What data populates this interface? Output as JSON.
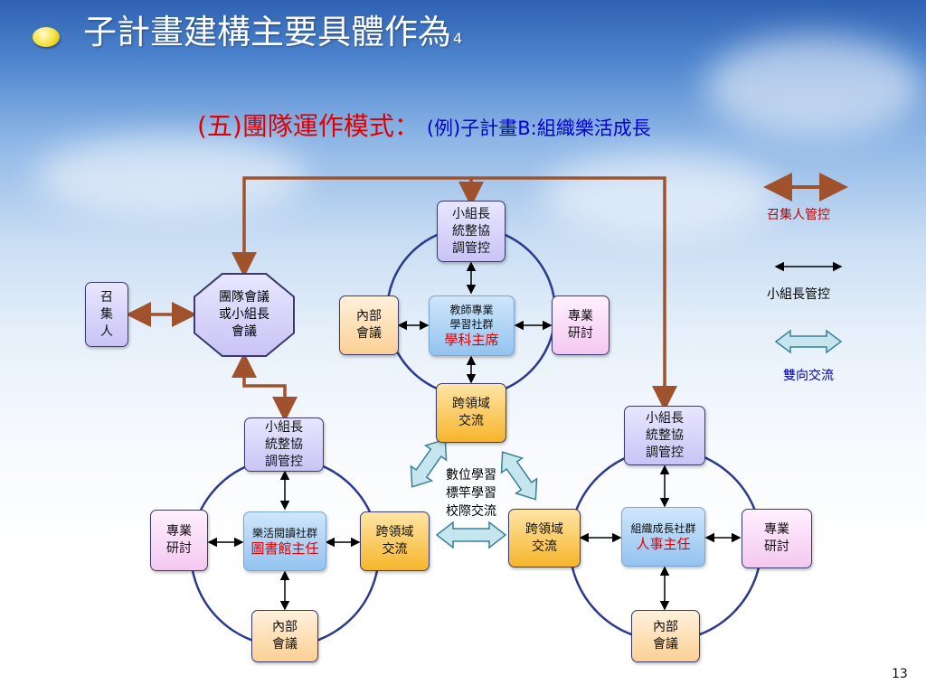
{
  "slide": {
    "title": "子計畫建構主要具體作為",
    "title_suffix": "4",
    "subtitle_main": "(五)團隊運作模式：",
    "subtitle_example": "(例)子計畫B:組織樂活成長",
    "page_number": "13"
  },
  "diagram": {
    "meeting": {
      "line1": "團隊會議",
      "line2": "或小組長",
      "line3": "會議"
    },
    "convener": {
      "chars": [
        "召",
        "集",
        "人"
      ]
    },
    "top_group": {
      "leader": {
        "line1": "小組長",
        "line2": "統整協",
        "line3": "調管控"
      },
      "center": {
        "line1": "教師專業",
        "line2": "學習社群",
        "role": "學科主席"
      },
      "internal": {
        "line1": "內部",
        "line2": "會議"
      },
      "research": {
        "line1": "專業",
        "line2": "研討"
      },
      "cross": {
        "line1": "跨領域",
        "line2": "交流"
      }
    },
    "left_group": {
      "leader": {
        "line1": "小組長",
        "line2": "統整協",
        "line3": "調管控"
      },
      "center": {
        "line1": "樂活閱讀社群",
        "role": "圖書館主任"
      },
      "research": {
        "line1": "專業",
        "line2": "研討"
      },
      "cross": {
        "line1": "跨領域",
        "line2": "交流"
      },
      "internal": {
        "line1": "內部",
        "line2": "會議"
      }
    },
    "right_group": {
      "leader": {
        "line1": "小組長",
        "line2": "統整協",
        "line3": "調管控"
      },
      "center": {
        "line1": "組織成長社群",
        "role": "人事主任"
      },
      "cross": {
        "line1": "跨領域",
        "line2": "交流"
      },
      "research": {
        "line1": "專業",
        "line2": "研討"
      },
      "internal": {
        "line1": "內部",
        "line2": "會議"
      }
    },
    "exchange_label": {
      "line1": "數位學習",
      "line2": "標竿學習",
      "line3": "校際交流"
    }
  },
  "legend": [
    {
      "label": "召集人管控",
      "color": "#c00000",
      "style": "thick-brown-arrow"
    },
    {
      "label": "小組長管控",
      "color": "#000000",
      "style": "thin-black-arrow"
    },
    {
      "label": "雙向交流",
      "color": "#0000aa",
      "style": "light-blue-double-arrow"
    }
  ],
  "colors": {
    "convener_arrow": "#a0522d",
    "circle": "#2b3a8f",
    "highlight_red": "#e00000",
    "subtitle_blue": "#0000cc"
  }
}
